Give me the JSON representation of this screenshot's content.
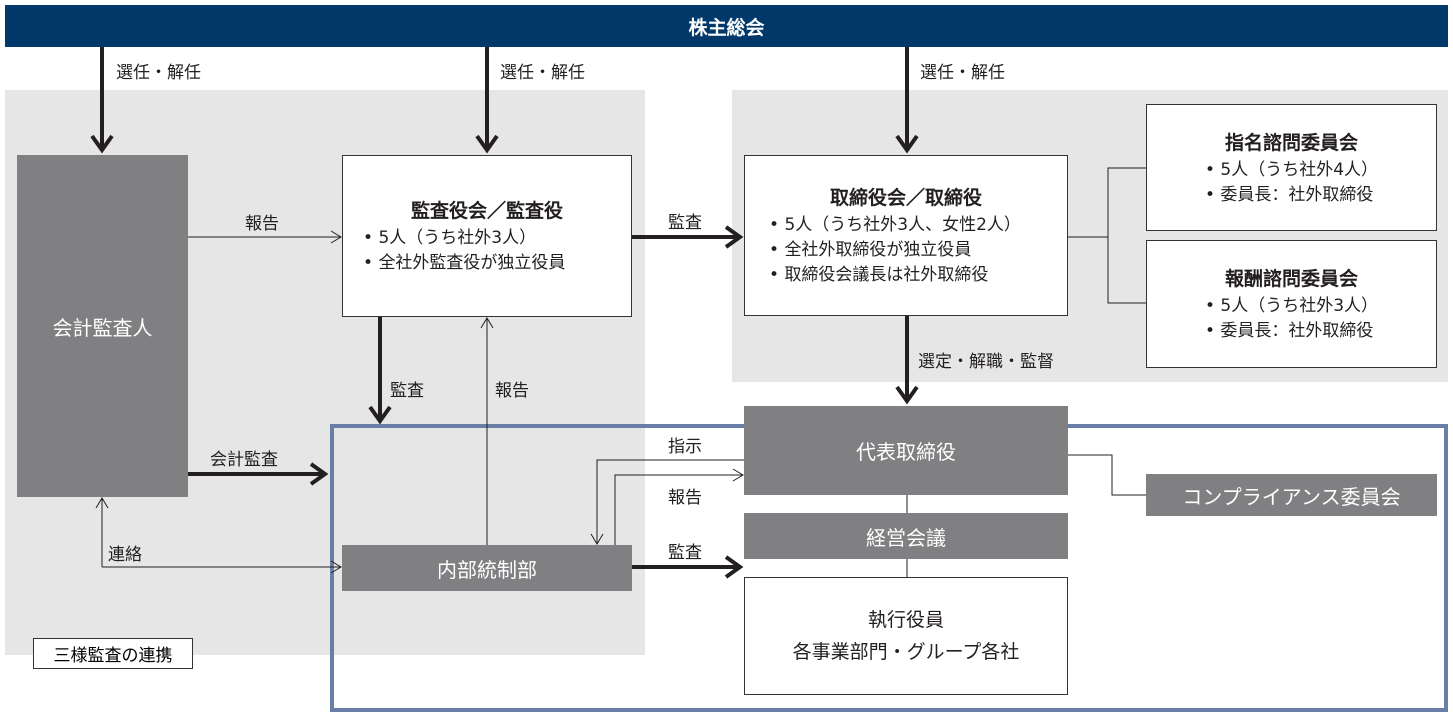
{
  "shareholders": "株主総会",
  "elect_dismiss": "選任・解任",
  "accounting_auditor": "会計監査人",
  "audit_board": {
    "title": "監査役会／監査役",
    "items": [
      "5人（うち社外3人）",
      "全社外監査役が独立役員"
    ]
  },
  "board": {
    "title": "取締役会／取締役",
    "items": [
      "5人（うち社外3人、女性2人）",
      "全社外取締役が独立役員",
      "取締役会議長は社外取締役"
    ]
  },
  "nomination": {
    "title": "指名諮問委員会",
    "items": [
      "5人（うち社外4人）",
      "委員長：社外取締役"
    ]
  },
  "compensation": {
    "title": "報酬諮問委員会",
    "items": [
      "5人（うち社外3人）",
      "委員長：社外取締役"
    ]
  },
  "ceo": "代表取締役",
  "mgmt": "経営会議",
  "exec": {
    "line1": "執行役員",
    "line2": "各事業部門・グループ各社"
  },
  "compliance": "コンプライアンス委員会",
  "internal_control": "内部統制部",
  "three_way": "三様監査の連携",
  "labels": {
    "report": "報告",
    "audit": "監査",
    "accounting_audit": "会計監査",
    "contact": "連絡",
    "select": "選定・解職・監督",
    "instruct": "指示"
  }
}
